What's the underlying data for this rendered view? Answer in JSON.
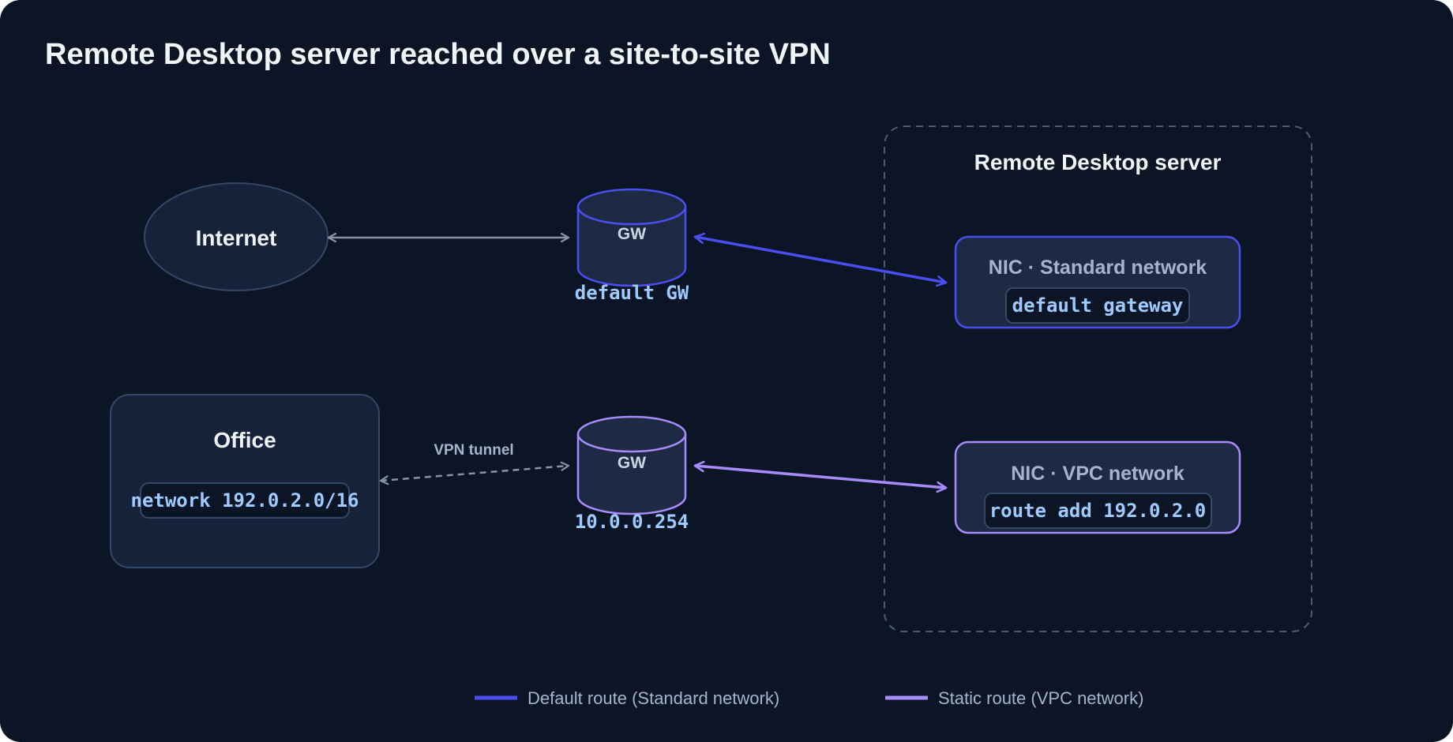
{
  "title": "Remote Desktop server reached over a site-to-site VPN",
  "colors": {
    "background": "#0c1526",
    "default_route": "#4a4ef0",
    "static_route": "#a78bfa",
    "neutral_line": "#8892a6",
    "box_fill": "#16223a",
    "box_stroke": "#334766",
    "code_text": "#9ecbff"
  },
  "nodes": {
    "internet": {
      "label": "Internet"
    },
    "office": {
      "label": "Office",
      "code": "network 192.0.2.0/16"
    },
    "default_gw": {
      "label": "GW",
      "caption": "default GW"
    },
    "vpc_gw": {
      "label": "GW",
      "caption": "10.0.0.254"
    },
    "server": {
      "label": "Remote Desktop server",
      "nic_standard": {
        "label": "NIC · Standard network",
        "code": "default gateway"
      },
      "nic_vpc": {
        "label": "NIC · VPC network",
        "code": "route add 192.0.2.0"
      }
    }
  },
  "edges": {
    "vpn_tunnel": {
      "label": "VPN tunnel"
    }
  },
  "legend": {
    "default_route": "Default route (Standard network)",
    "static_route": "Static route (VPC network)"
  }
}
